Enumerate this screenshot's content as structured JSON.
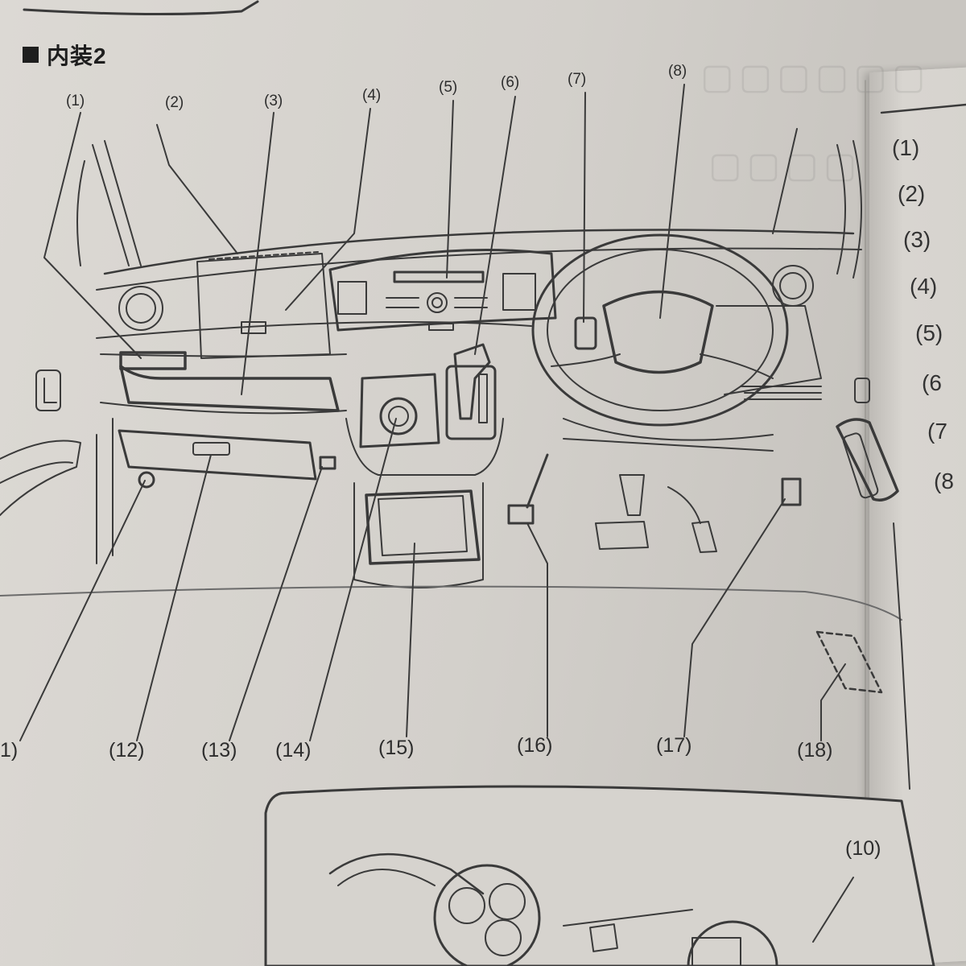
{
  "heading": {
    "title": "内装2"
  },
  "callouts": [
    "(1)",
    "(2)",
    "(3)",
    "(4)",
    "(5)",
    "(6)",
    "(7)",
    "(8)",
    "1)",
    "(12)",
    "(13)",
    "(14)",
    "(15)",
    "(16)",
    "(17)",
    "(18)",
    "(10)"
  ],
  "right_page": {
    "items": [
      "(1)",
      "(2)",
      "(3)",
      "(4)",
      "(5)",
      "(6",
      "(7",
      "(8"
    ]
  }
}
